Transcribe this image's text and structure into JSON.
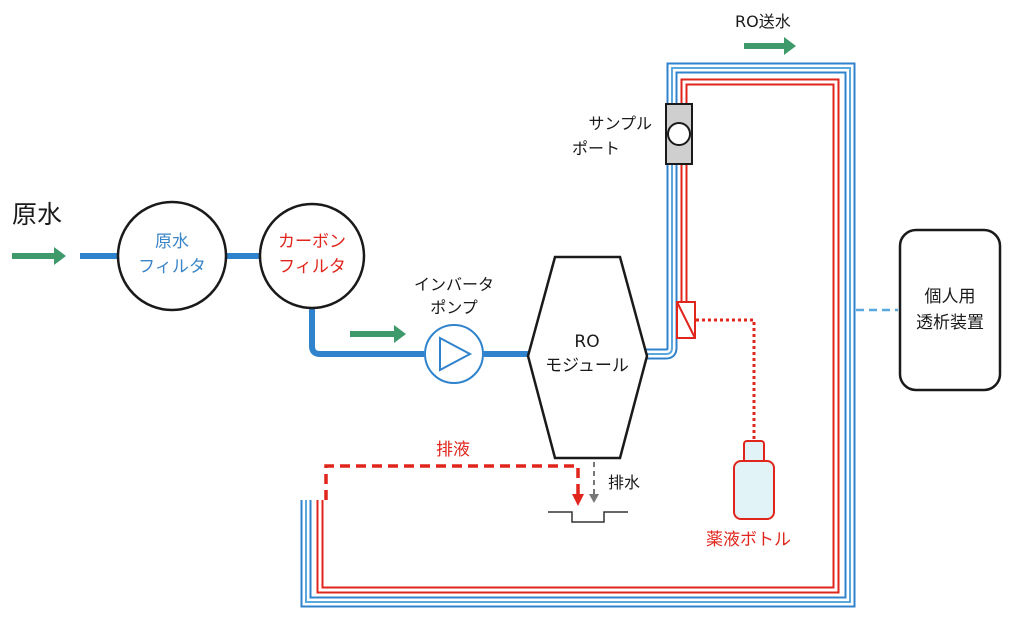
{
  "labels": {
    "raw_water": "原水",
    "raw_filter_line1": "原水",
    "raw_filter_line2": "フィルタ",
    "carbon_filter_line1": "カーボン",
    "carbon_filter_line2": "フィルタ",
    "pump_line1": "インバータ",
    "pump_line2": "ポンプ",
    "ro_module_line1": "RO",
    "ro_module_line2": "モジュール",
    "sample_port_line1": "サンプル",
    "sample_port_line2": "ポート",
    "ro_supply": "RO送水",
    "dialysis_line1": "個人用",
    "dialysis_line2": "透析装置",
    "drain_water": "排水",
    "drain_liquid": "排液",
    "chemical_bottle": "薬液ボトル"
  },
  "colors": {
    "water_blue": "#2f83cc",
    "light_blue": "#5aa8df",
    "filter_blue_text": "#3a86c8",
    "chemical_red": "#e0261c",
    "arrow_green": "#3f9a6b",
    "outline": "#1a1a1a",
    "gray": "#777777"
  }
}
